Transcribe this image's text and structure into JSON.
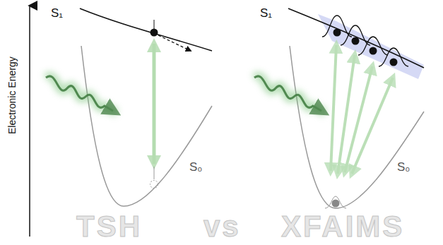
{
  "diagram": {
    "labels": [
      "Electronic Energy",
      "S₁",
      "S₀",
      "S₁",
      "S₀",
      "TSH",
      "vs",
      "XFAIMS"
    ]
  }
}
